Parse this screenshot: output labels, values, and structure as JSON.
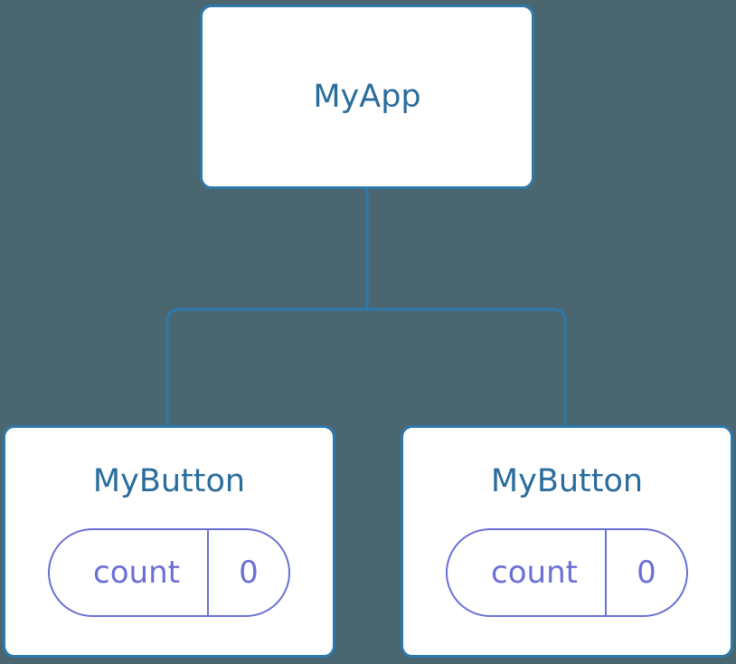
{
  "canvas": {
    "background_color": "#4a6670",
    "edge_color": "#2e79ab"
  },
  "tree": {
    "root": {
      "label": "MyApp",
      "text_color": "#2a6d9c",
      "border_color": "#2e79ab",
      "fill_color": "#ffffff"
    },
    "children": [
      {
        "label": "MyButton",
        "text_color": "#2a6d9c",
        "border_color": "#2e79ab",
        "fill_color": "#ffffff",
        "state": {
          "key": "count",
          "value": "0",
          "accent_color": "#6b6fd4"
        }
      },
      {
        "label": "MyButton",
        "text_color": "#2a6d9c",
        "border_color": "#2e79ab",
        "fill_color": "#ffffff",
        "state": {
          "key": "count",
          "value": "0",
          "accent_color": "#6b6fd4"
        }
      }
    ]
  }
}
